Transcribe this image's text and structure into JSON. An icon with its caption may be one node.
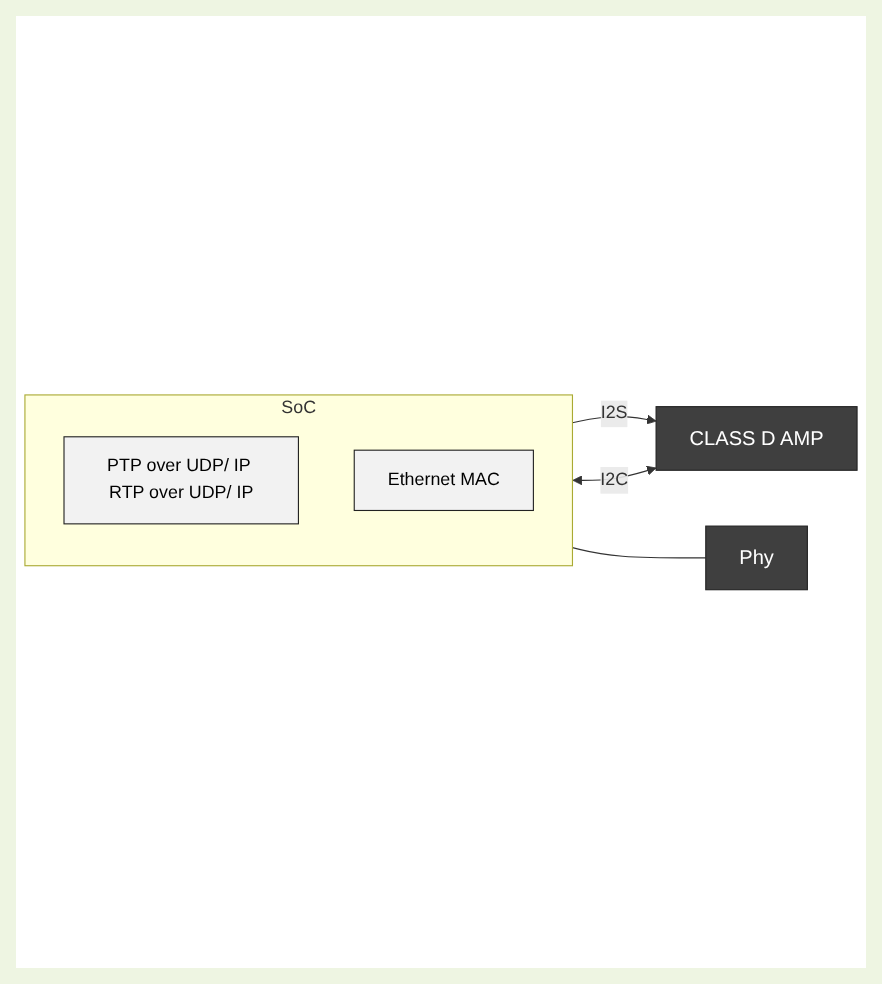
{
  "diagram": {
    "nodes": [
      {
        "text": [
          "SoC"
        ]
      },
      {
        "text": [
          "PTP over UDP/ IP RTP over UDP/ IP"
        ],
        "in": 0
      },
      {
        "text": [
          "Ethernet MAC"
        ],
        "in": 0
      },
      {
        "text": [
          "CLASS D AMP"
        ]
      },
      {
        "text": [
          "Phy"
        ]
      }
    ],
    "edges": [
      {
        "from": 0,
        "to": 3,
        "arrow": "to",
        "label": "I2S"
      },
      {
        "from": 0,
        "to": 3,
        "arrow": "both",
        "label": "I2C"
      },
      {
        "from": 0,
        "to": 4,
        "arrow": "none"
      }
    ]
  }
}
